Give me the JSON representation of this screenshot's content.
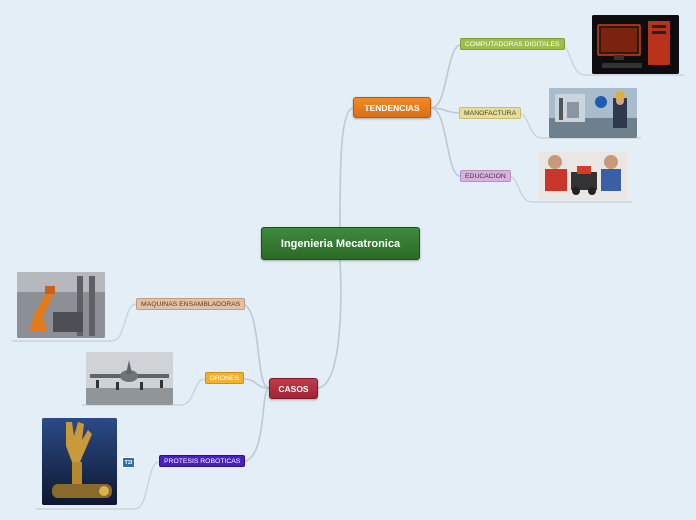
{
  "map": {
    "central": "Ingenieria Mecatronica",
    "tendencias": {
      "label": "TENDENCIAS",
      "children": [
        "COMPUTADORAS DIGITALES",
        "MANOFACTURA",
        "EDUCACION"
      ]
    },
    "casos": {
      "label": "CASOS",
      "children": [
        "MAQUINAS ENSAMBLADORAS",
        "DRONES",
        "PROTESIS ROBOTICAS"
      ]
    }
  },
  "colors": {
    "central": "#2f7a2c",
    "tendencias": "#e8781c",
    "casos": "#b02e3d",
    "computadoras": "#9bbf4a",
    "manofactura": "#e7dd9b",
    "educacion": "#d7b2dc",
    "maquinas": "#e2c1a4",
    "drones": "#f2b12a",
    "protesis": "#4a1fc0"
  },
  "icons": [
    "computer-image",
    "factory-image",
    "education-robot-image",
    "robot-arm-image",
    "drone-image",
    "prosthetic-arm-image",
    "attachment-icon"
  ],
  "badge": "T2I"
}
